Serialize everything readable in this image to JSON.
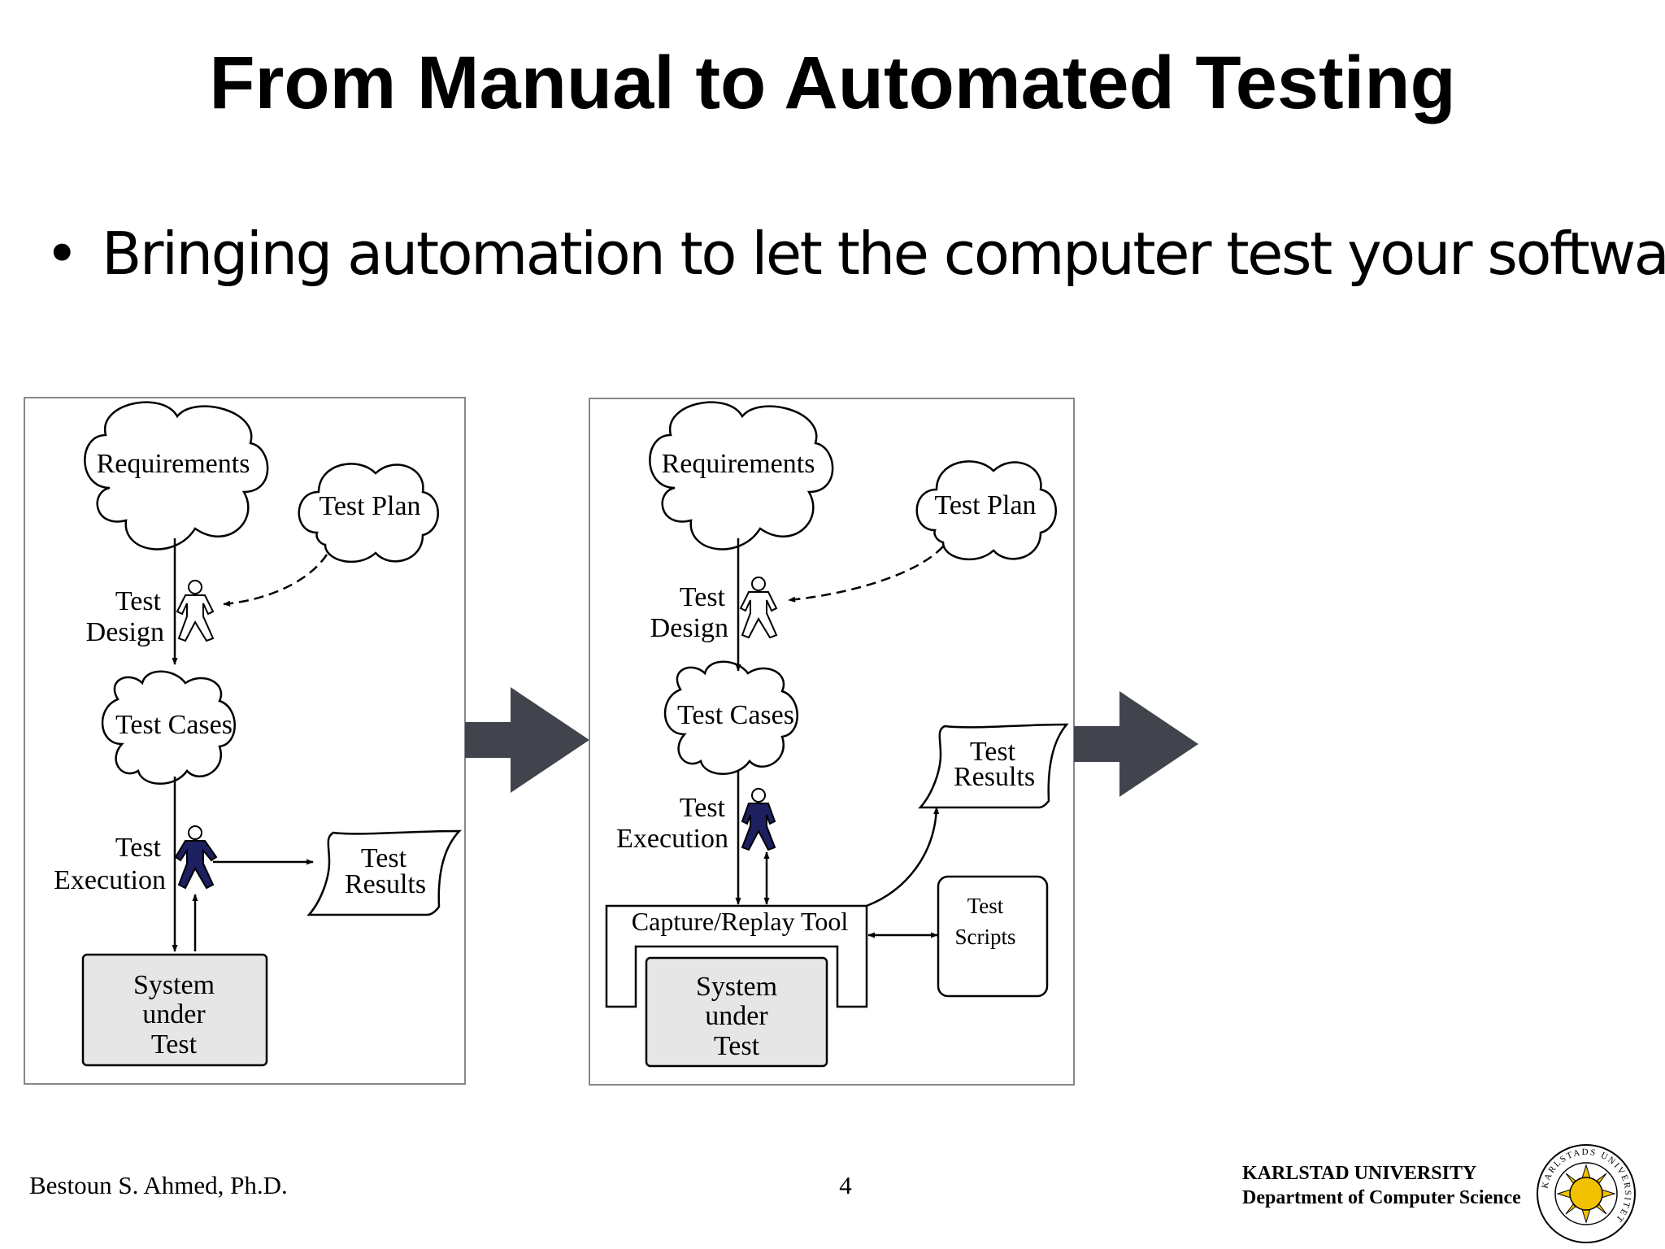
{
  "slide": {
    "title": "From Manual to Automated Testing",
    "bullet": "Bringing automation to let the computer test your software."
  },
  "manual": {
    "requirements": "Requirements",
    "test_plan": "Test Plan",
    "test_design": [
      "Test",
      "Design"
    ],
    "test_cases": "Test Cases",
    "test_execution": [
      "Test",
      "Execution"
    ],
    "test_results": [
      "Test",
      "Results"
    ],
    "sut": [
      "System",
      "under",
      "Test"
    ]
  },
  "automated": {
    "requirements": "Requirements",
    "test_plan": "Test Plan",
    "test_design": [
      "Test",
      "Design"
    ],
    "test_cases": "Test Cases",
    "test_execution": [
      "Test",
      "Execution"
    ],
    "test_results": [
      "Test",
      "Results"
    ],
    "capture_replay": "Capture/Replay Tool",
    "test_scripts": [
      "Test",
      "Scripts"
    ],
    "sut": [
      "System",
      "under",
      "Test"
    ]
  },
  "footer": {
    "author": "Bestoun S. Ahmed, Ph.D.",
    "page": "4",
    "university": "KARLSTAD UNIVERSITY",
    "department": "Department of Computer Science",
    "seal_text": "KARLSTADS UNIVERSITET"
  },
  "colors": {
    "arrow": "#41444c",
    "figure_fill": "#1c2060",
    "sut_fill": "#e6e6e6"
  }
}
